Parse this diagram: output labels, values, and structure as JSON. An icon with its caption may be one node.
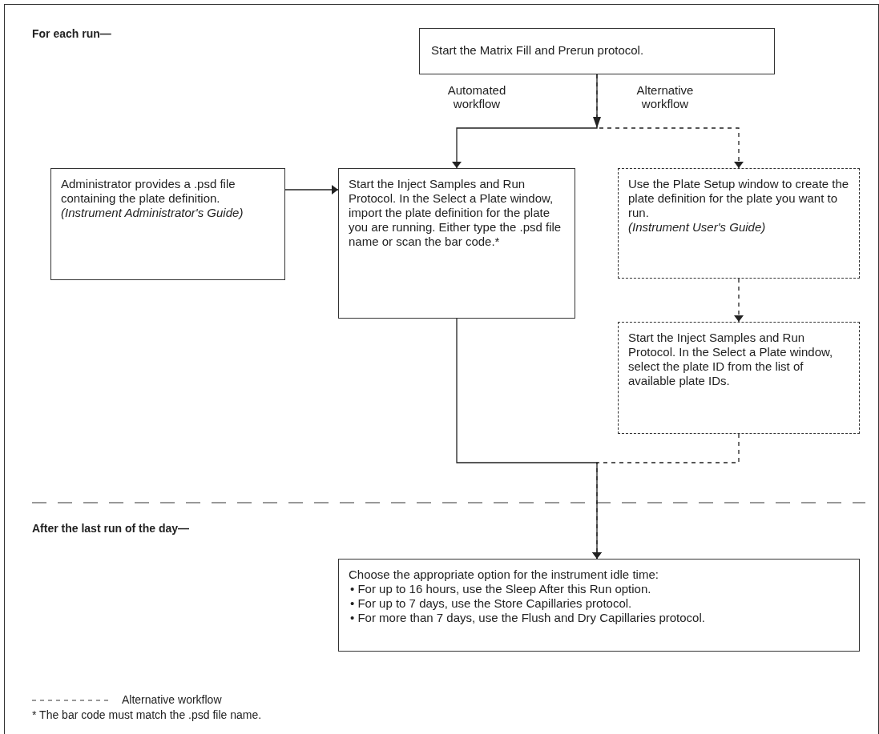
{
  "diagram": {
    "nodes": [
      {
        "text": [
          "Start the Matrix Fill and Prerun protocol."
        ]
      },
      {
        "text": [
          "Administrator provides a .psd file containing the plate definition.",
          "(Instrument Administrator's Guide)"
        ]
      },
      {
        "text": [
          "Start the Inject Samples and Run Protocol. In the Select a Plate window, import the plate definition for the plate you are running. Either type the .psd file name or scan the bar code.*"
        ]
      },
      {
        "text": [
          "Use the Plate Setup window to create the plate definition for the plate you want to run.",
          "(Instrument User's Guide)"
        ]
      },
      {
        "text": [
          "Start the Inject Samples and Run Protocol. In the Select a Plate window, select the plate ID from the list of available plate IDs."
        ]
      },
      {
        "text": [
          "Choose the appropriate option for the instrument idle time:",
          "• For up to 16 hours, use the Sleep After this Run option.",
          "• For up to 7 days, use the Store Capillaries protocol.",
          "• For more than 7 days, use the Flush and Dry Capillaries protocol."
        ]
      }
    ],
    "edges": [
      {
        "from": 0,
        "to": 2,
        "arrow": "to",
        "label": "Automated workflow"
      },
      {
        "from": 0,
        "to": 3,
        "arrow": "to",
        "label": "Alternative workflow",
        "style": "dashed"
      },
      {
        "from": 1,
        "to": 2,
        "arrow": "to"
      },
      {
        "from": 3,
        "to": 4,
        "arrow": "to",
        "style": "dashed"
      },
      {
        "from": 2,
        "to": 5,
        "arrow": "to"
      },
      {
        "from": 4,
        "to": 5,
        "arrow": "to",
        "style": "dashed"
      }
    ],
    "labels": [
      "For each run—",
      "After the last run of the day—",
      "* The bar code must match the .psd file name."
    ],
    "legend": [
      {
        "text": "Alternative workflow"
      }
    ]
  }
}
